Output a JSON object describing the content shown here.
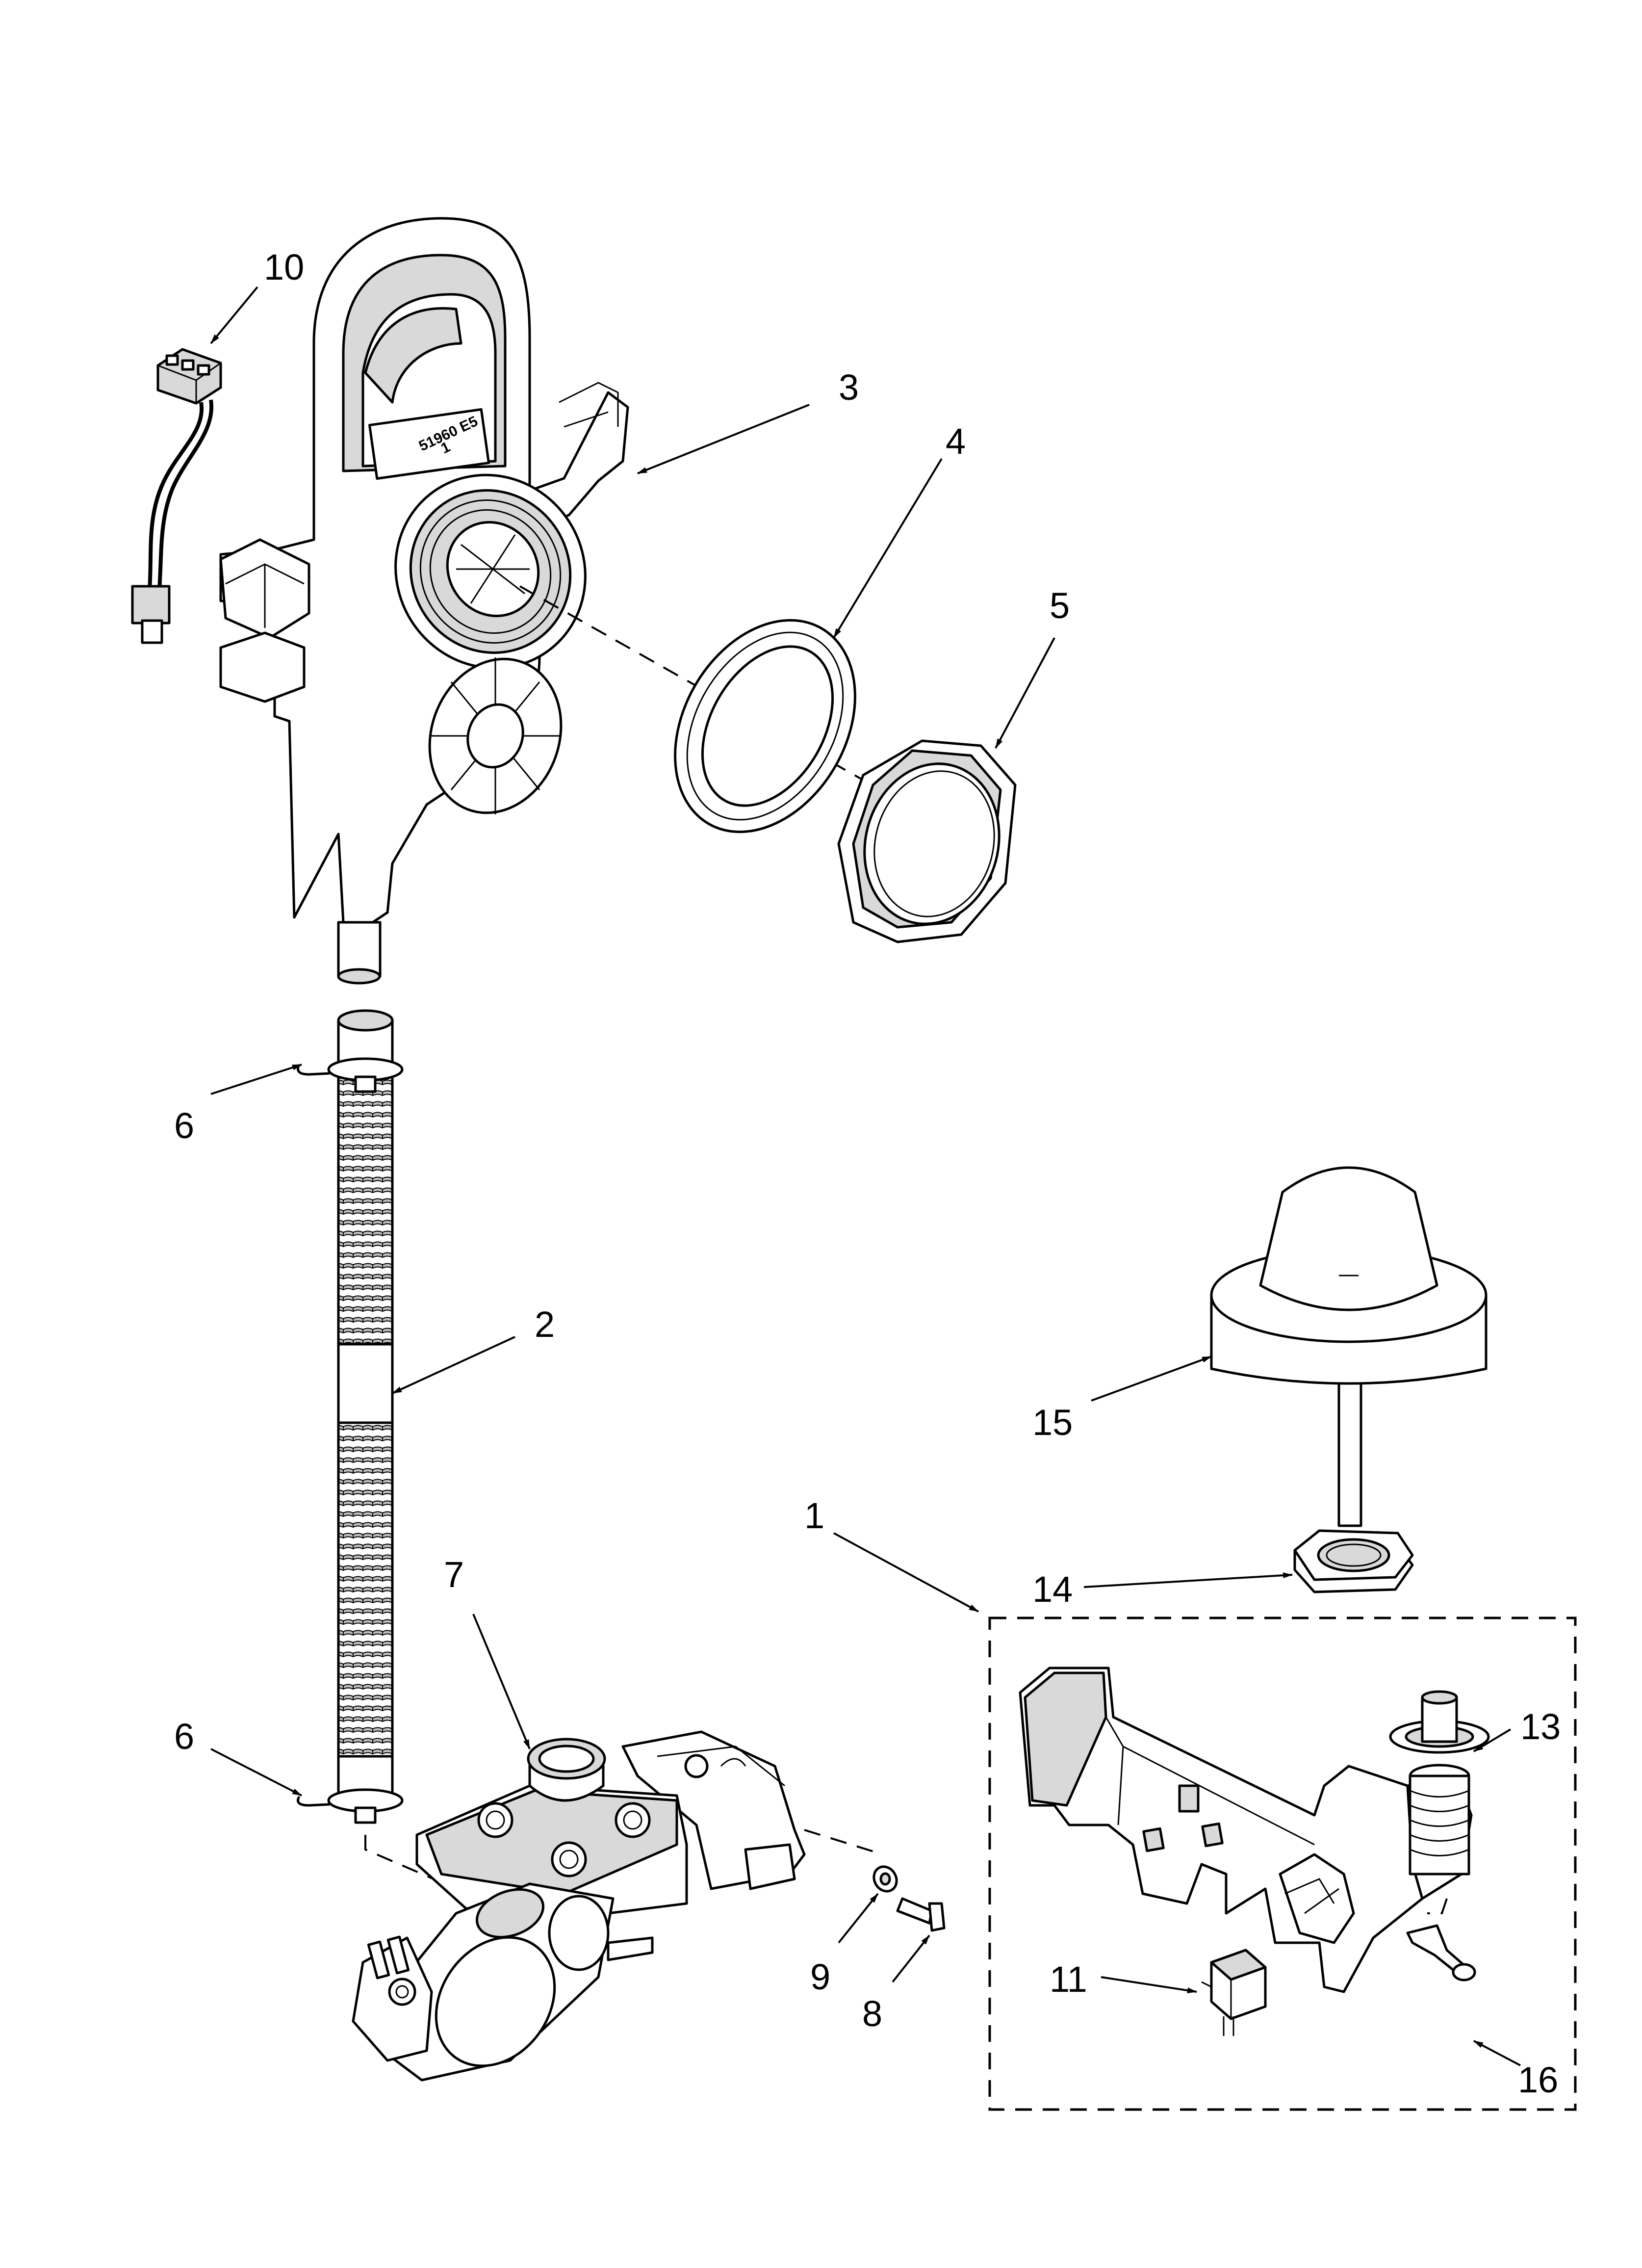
{
  "diagram": {
    "embossed_text": [
      "51960 E5",
      "1"
    ],
    "callouts": [
      {
        "id": "c1",
        "label": "1"
      },
      {
        "id": "c2",
        "label": "2"
      },
      {
        "id": "c3",
        "label": "3"
      },
      {
        "id": "c4",
        "label": "4"
      },
      {
        "id": "c5",
        "label": "5"
      },
      {
        "id": "c6a",
        "label": "6"
      },
      {
        "id": "c6b",
        "label": "6"
      },
      {
        "id": "c7",
        "label": "7"
      },
      {
        "id": "c8",
        "label": "8"
      },
      {
        "id": "c9",
        "label": "9"
      },
      {
        "id": "c10",
        "label": "10"
      },
      {
        "id": "c11",
        "label": "11"
      },
      {
        "id": "c13",
        "label": "13"
      },
      {
        "id": "c14",
        "label": "14"
      },
      {
        "id": "c15",
        "label": "15"
      },
      {
        "id": "c16",
        "label": "16"
      }
    ]
  }
}
